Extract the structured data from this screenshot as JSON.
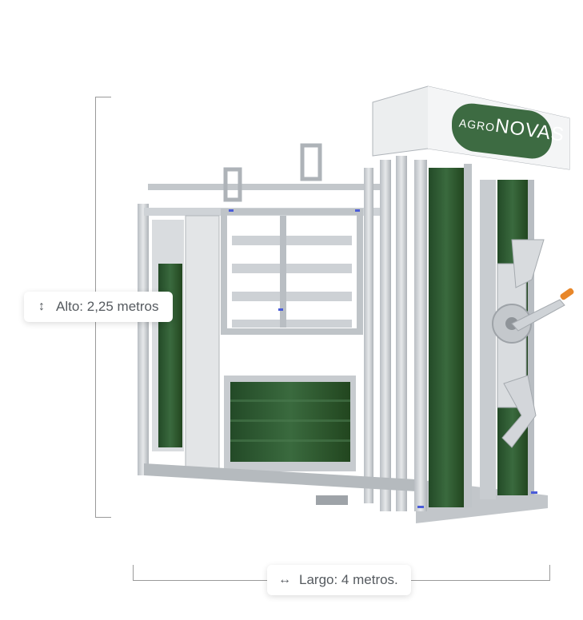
{
  "dimensions": {
    "height": {
      "icon": "vertical-arrows-icon",
      "label": "Alto: 2,25 metros"
    },
    "length": {
      "icon": "horizontal-arrows-icon",
      "label": "Largo: 4 metros."
    }
  },
  "product": {
    "brand_logo": "AGRONOVAS",
    "colors": {
      "panel_green": "#2f5a32",
      "frame_steel": "#c7cbcf",
      "handle_orange": "#e8872a",
      "logo_green": "#3d6b42"
    }
  }
}
